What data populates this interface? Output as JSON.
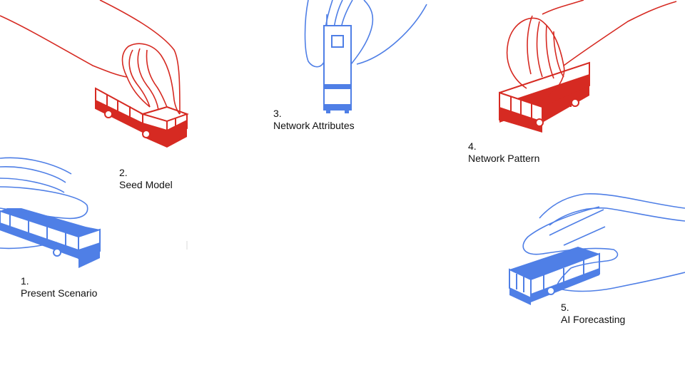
{
  "colors": {
    "red": "#d62a22",
    "blue": "#4f7fe6",
    "text": "#111111",
    "background": "#ffffff"
  },
  "steps": [
    {
      "number": "1.",
      "label": "Present Scenario",
      "color": "blue",
      "icon": "hand-holding-bus-icon"
    },
    {
      "number": "2.",
      "label": "Seed Model",
      "color": "red",
      "icon": "hand-holding-bus-icon"
    },
    {
      "number": "3.",
      "label": "Network Attributes",
      "color": "blue",
      "icon": "hand-holding-bus-icon"
    },
    {
      "number": "4.",
      "label": "Network Pattern",
      "color": "red",
      "icon": "hand-holding-bus-icon"
    },
    {
      "number": "5.",
      "label": "AI Forecasting",
      "color": "blue",
      "icon": "hand-holding-bus-icon"
    }
  ]
}
